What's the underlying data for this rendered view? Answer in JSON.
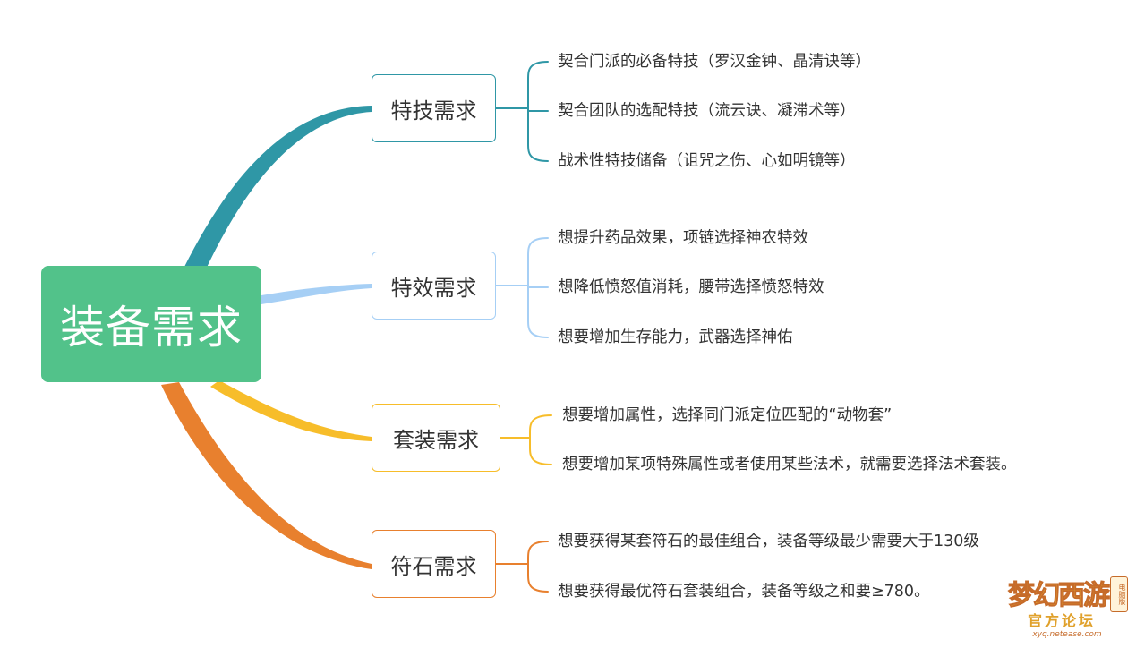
{
  "root": {
    "label": "装备需求",
    "color": "#52c28a"
  },
  "branches": [
    {
      "label": "特技需求",
      "color": "#2f97a6",
      "items": [
        "契合门派的必备特技（罗汉金钟、晶清诀等）",
        "契合团队的选配特技（流云诀、凝滞术等）",
        "战术性特技储备（诅咒之伤、心如明镜等）"
      ]
    },
    {
      "label": "特效需求",
      "color": "#a6cff5",
      "items": [
        "想提升药品效果，项链选择神农特效",
        "想降低愤怒值消耗，腰带选择愤怒特效",
        "想要增加生存能力，武器选择神佑"
      ]
    },
    {
      "label": "套装需求",
      "color": "#f7bd2a",
      "items": [
        "想要增加属性，选择同门派定位匹配的“动物套”",
        "想要增加某项特殊属性或者使用某些法术，就需要选择法术套装。"
      ]
    },
    {
      "label": "符石需求",
      "color": "#e8802e",
      "items": [
        "想要获得某套符石的最佳组合，装备等级最少需要大于130级",
        "想要获得最优符石套装组合，装备等级之和要≥780。"
      ]
    }
  ],
  "logo": {
    "title": "梦幻西游",
    "badge": "电脑版",
    "subtitle": "官方论坛",
    "url": "xyq.netease.com"
  }
}
